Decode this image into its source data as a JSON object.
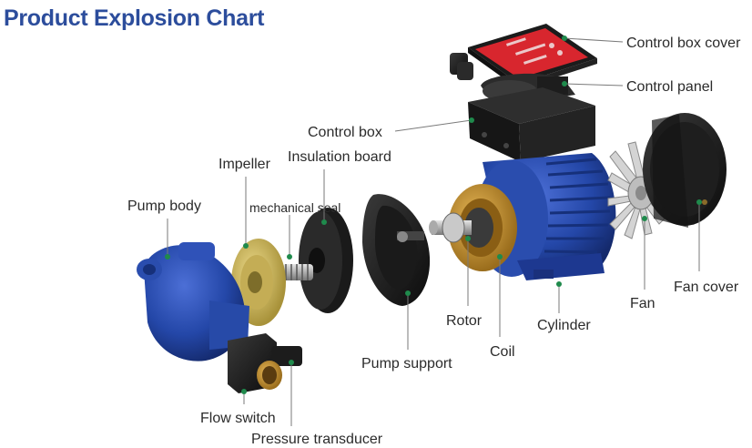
{
  "title": "Product Explosion Chart",
  "labels": {
    "control_box_cover": "Control box cover",
    "control_panel": "Control panel",
    "control_box": "Control box",
    "insulation_board": "Insulation board",
    "impeller": "Impeller",
    "mechanical_seal": "mechanical seal",
    "pump_body": "Pump body",
    "rotor": "Rotor",
    "cylinder": "Cylinder",
    "fan": "Fan",
    "fan_cover": "Fan cover",
    "coil": "Coil",
    "pump_support": "Pump support",
    "flow_switch": "Flow switch",
    "pressure_transducer": "Pressure transducer"
  },
  "colors": {
    "title": "#2c4d9c",
    "motor_blue": "#2447a8",
    "coil_gold": "#c7952f",
    "impeller_yellow": "#d9c56a",
    "cover_red": "#d8262e",
    "dark_parts": "#1c1c1c",
    "marker_dot": "#1f8a4c"
  }
}
